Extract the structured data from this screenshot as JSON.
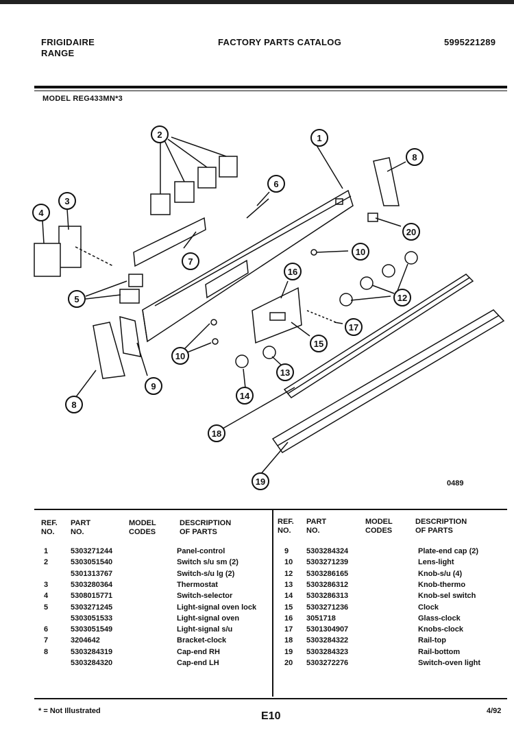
{
  "header": {
    "brand": "FRIGIDAIRE",
    "product": "RANGE",
    "catalog_title": "FACTORY PARTS CATALOG",
    "catalog_number": "5995221289",
    "model": "MODEL REG433MN*3"
  },
  "diagram": {
    "code": "0489",
    "callouts": [
      "1",
      "2",
      "3",
      "4",
      "5",
      "6",
      "7",
      "8",
      "8",
      "9",
      "10",
      "10",
      "12",
      "13",
      "14",
      "15",
      "16",
      "17",
      "18",
      "19",
      "20"
    ]
  },
  "table": {
    "columns": {
      "ref": "REF.\nNO.",
      "part": "PART\nNO.",
      "model": "MODEL\nCODES",
      "desc": "DESCRIPTION\nOF PARTS"
    },
    "left_rows": [
      {
        "ref": "1",
        "part": "5303271244",
        "model": "",
        "desc": "Panel-control"
      },
      {
        "ref": "2",
        "part": "5303051540",
        "model": "",
        "desc": "Switch s/u sm (2)"
      },
      {
        "ref": "",
        "part": "5301313767",
        "model": "",
        "desc": "Switch-s/u lg (2)"
      },
      {
        "ref": "3",
        "part": "5303280364",
        "model": "",
        "desc": "Thermostat"
      },
      {
        "ref": "4",
        "part": "5308015771",
        "model": "",
        "desc": "Switch-selector"
      },
      {
        "ref": "5",
        "part": "5303271245",
        "model": "",
        "desc": "Light-signal oven lock"
      },
      {
        "ref": "",
        "part": "5303051533",
        "model": "",
        "desc": "Light-signal oven"
      },
      {
        "ref": "6",
        "part": "5303051549",
        "model": "",
        "desc": "Light-signal s/u"
      },
      {
        "ref": "7",
        "part": "3204642",
        "model": "",
        "desc": "Bracket-clock"
      },
      {
        "ref": "8",
        "part": "5303284319",
        "model": "",
        "desc": "Cap-end RH"
      },
      {
        "ref": "",
        "part": "5303284320",
        "model": "",
        "desc": "Cap-end LH"
      }
    ],
    "right_rows": [
      {
        "ref": "9",
        "part": "5303284324",
        "model": "",
        "desc": "Plate-end cap (2)"
      },
      {
        "ref": "10",
        "part": "5303271239",
        "model": "",
        "desc": "Lens-light"
      },
      {
        "ref": "12",
        "part": "5303286165",
        "model": "",
        "desc": "Knob-s/u (4)"
      },
      {
        "ref": "13",
        "part": "5303286312",
        "model": "",
        "desc": "Knob-thermo"
      },
      {
        "ref": "14",
        "part": "5303286313",
        "model": "",
        "desc": "Knob-sel switch"
      },
      {
        "ref": "15",
        "part": "5303271236",
        "model": "",
        "desc": "Clock"
      },
      {
        "ref": "16",
        "part": "3051718",
        "model": "",
        "desc": "Glass-clock"
      },
      {
        "ref": "17",
        "part": "5301304907",
        "model": "",
        "desc": "Knobs-clock"
      },
      {
        "ref": "18",
        "part": "5303284322",
        "model": "",
        "desc": "Rail-top"
      },
      {
        "ref": "19",
        "part": "5303284323",
        "model": "",
        "desc": "Rail-bottom"
      },
      {
        "ref": "20",
        "part": "5303272276",
        "model": "",
        "desc": "Switch-oven light"
      }
    ]
  },
  "footer": {
    "note": "* = Not Illustrated",
    "page": "E10",
    "date": "4/92"
  }
}
